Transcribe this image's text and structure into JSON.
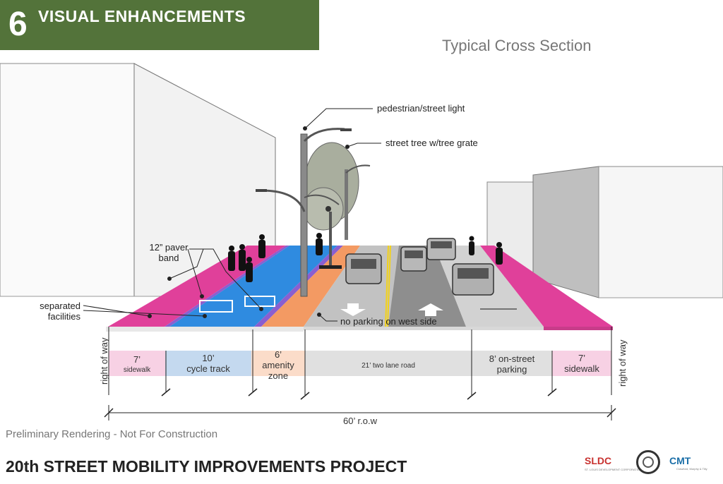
{
  "header": {
    "number": "6",
    "title": "VISUAL ENHANCEMENTS"
  },
  "subtitle": "Typical Cross Section",
  "callouts": {
    "light": "pedestrian/street light",
    "tree": "street tree w/tree grate",
    "paver_line1": "12” paver",
    "paver_line2": "band",
    "separated_line1": "separated",
    "separated_line2": "facilities",
    "no_parking": "no parking on west side"
  },
  "dimensions": {
    "row_left": "right of way",
    "row_right": "right of way",
    "sidewalk_left_w": "7’",
    "sidewalk_left_name": "sidewalk",
    "cycle_w": "10’",
    "cycle_name": "cycle track",
    "amenity_w": "6’",
    "amenity_name1": "amenity",
    "amenity_name2": "zone",
    "road": "21’ two lane road",
    "parking_line1": "8’ on-street",
    "parking_line2": "parking",
    "sidewalk_right_w": "7’",
    "sidewalk_right_name": "sidewalk",
    "total": "60’ r.o.w"
  },
  "colors": {
    "header_bg": "#53733a",
    "sidewalk": "#e0409a",
    "cycle_track": "#2f8be0",
    "amenity": "#f39a63",
    "road": "#bdbdbd",
    "parking": "#cfcfcf",
    "paver_band": "#8a5fd0"
  },
  "footer": {
    "preliminary": "Preliminary Rendering - Not For Construction",
    "project": "20th STREET MOBILITY IMPROVEMENTS PROJECT",
    "logo_sldc": "SLDC",
    "logo_sldc_sub": "ST. LOUIS DEVELOPMENT CORPORATION",
    "logo_cmt": "CMT",
    "logo_cmt_sub": "Crawford, Murphy & Tilly"
  }
}
